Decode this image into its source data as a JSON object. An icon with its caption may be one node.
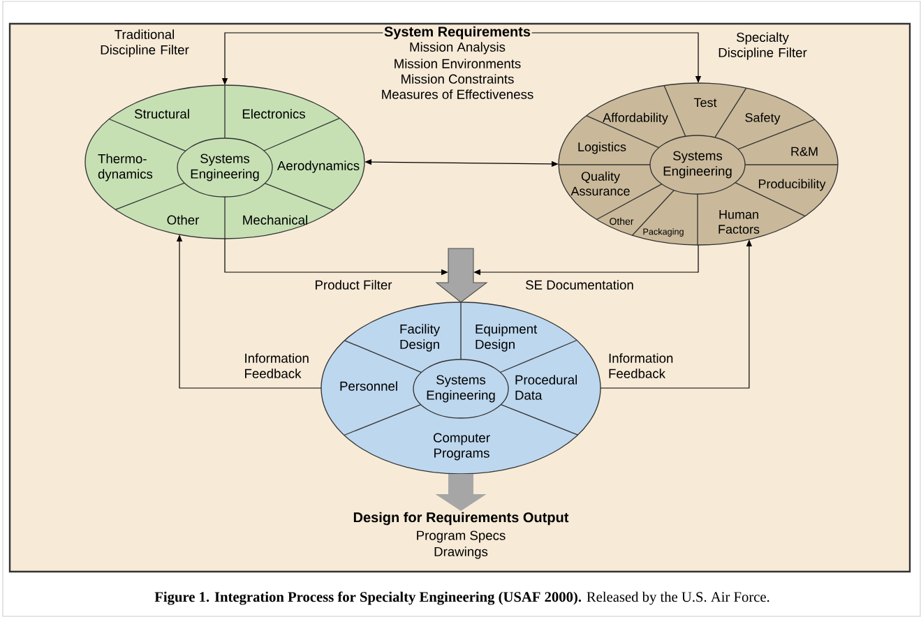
{
  "diagram": {
    "caption": "**Figure 1. Integration Process for Specialty Engineering (USAF 2000).** Released by the U.S. Air Force.",
    "nodes": [
      {
        "text": [
          "System Requirements",
          "Mission Analysis",
          "Mission Environments",
          "Mission Constraints",
          "Measures of Effectiveness"
        ]
      },
      {
        "text": [
          "Traditional Discipline Filter",
          "Structural",
          "Electronics",
          "Thermo-dynamics",
          "Aerodynamics",
          "Other",
          "Mechanical"
        ]
      },
      {
        "text": [
          "Systems Engineering"
        ],
        "in": 1
      },
      {
        "text": [
          "Specialty Discipline Filter",
          "Affordability",
          "Test",
          "Safety",
          "Logistics",
          "R&M",
          "Quality Assurance",
          "Producibility",
          "Other",
          "Packaging",
          "Human Factors"
        ]
      },
      {
        "text": [
          "Systems Engineering"
        ],
        "in": 3
      },
      {
        "text": [],
        "shape": "arrow"
      },
      {
        "text": [
          "Facility Design",
          "Equipment Design",
          "Personnel",
          "Procedural Data",
          "Computer Programs"
        ]
      },
      {
        "text": [
          "Systems Engineering"
        ],
        "in": 6
      },
      {
        "text": [
          "Design for Requirements Output",
          "Program Specs",
          "Drawings"
        ]
      }
    ],
    "edges": [
      {
        "from": 0,
        "to": 1,
        "arrow": "to"
      },
      {
        "from": 0,
        "to": 3,
        "arrow": "to"
      },
      {
        "from": 1,
        "to": 3,
        "arrow": "both"
      },
      {
        "from": 1,
        "to": 5,
        "arrow": "to",
        "label": "Product Filter"
      },
      {
        "from": 3,
        "to": 5,
        "arrow": "to",
        "label": "SE Documentation"
      },
      {
        "from": 6,
        "to": 1,
        "arrow": "to",
        "label": "Information Feedback"
      },
      {
        "from": 6,
        "to": 3,
        "arrow": "to",
        "label": "Information Feedback"
      },
      {
        "from": 6,
        "to": 8,
        "arrow": "to",
        "style": "thick",
        "color": "#a6a6a6"
      }
    ]
  }
}
